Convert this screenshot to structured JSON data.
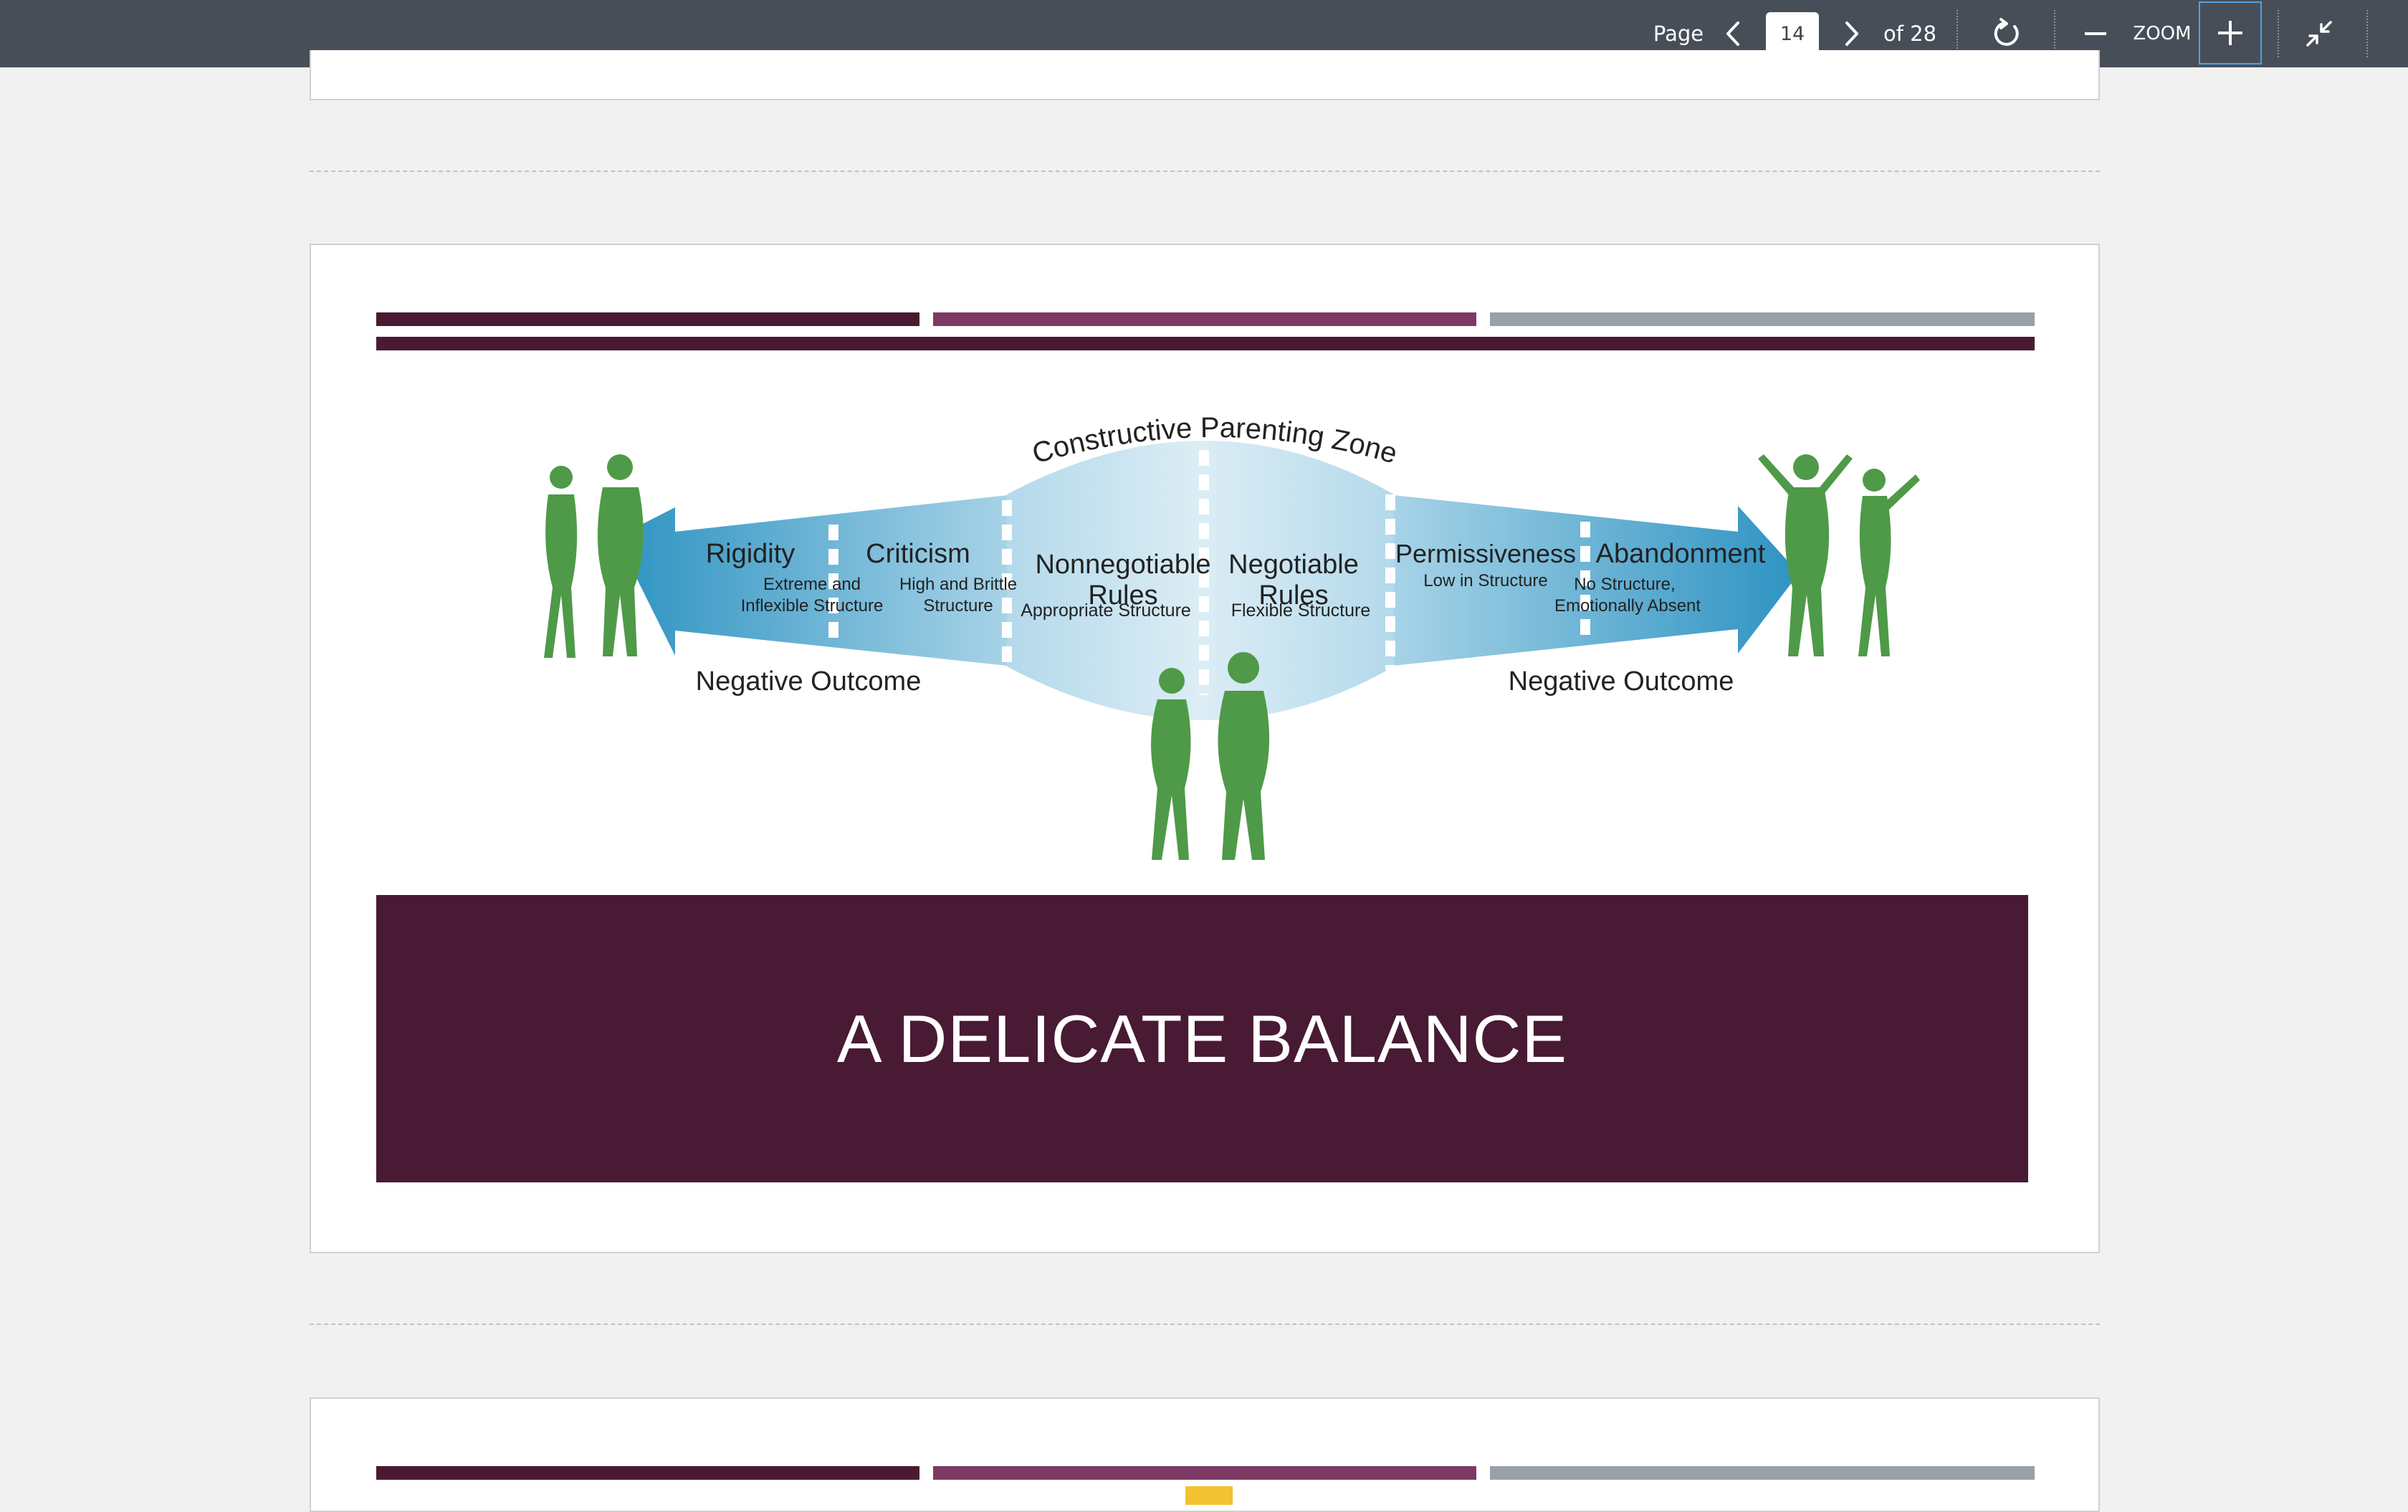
{
  "toolbar": {
    "page_label": "Page",
    "current_page": "14",
    "total_pages": "of 28",
    "zoom_label": "ZOOM",
    "icons": [
      "chevron-left-icon",
      "chevron-right-icon",
      "rotate-icon",
      "minus-icon",
      "plus-icon",
      "collapse-icon"
    ]
  },
  "slide": {
    "diagram": {
      "arc_title": "Constructive Parenting Zone",
      "segments": [
        {
          "title": "Rigidity",
          "sub1": "Extreme and",
          "sub2": "Inflexible Structure"
        },
        {
          "title": "Criticism",
          "sub1": "High and Brittle",
          "sub2": "Structure"
        },
        {
          "title1": "Nonnegotiable",
          "title2": "Rules",
          "sub": "Appropriate Structure"
        },
        {
          "title1": "Negotiable",
          "title2": "Rules",
          "sub": "Flexible Structure"
        },
        {
          "title": "Permissiveness",
          "sub": "Low in Structure"
        },
        {
          "title": "Abandonment",
          "sub1": "No Structure,",
          "sub2": "Emotionally Absent"
        }
      ],
      "outcome_left": "Negative Outcome",
      "outcome_right": "Negative Outcome"
    },
    "banner_title": "A DELICATE BALANCE"
  },
  "colors": {
    "toolbar": "#484e58",
    "plum": "#4a1a33",
    "rose": "#7d3b63",
    "grey": "#9aa0a6",
    "figure_green": "#4e9a48",
    "arrow_blue": "#3d9fca",
    "zone_light": "#cfe6f1"
  }
}
